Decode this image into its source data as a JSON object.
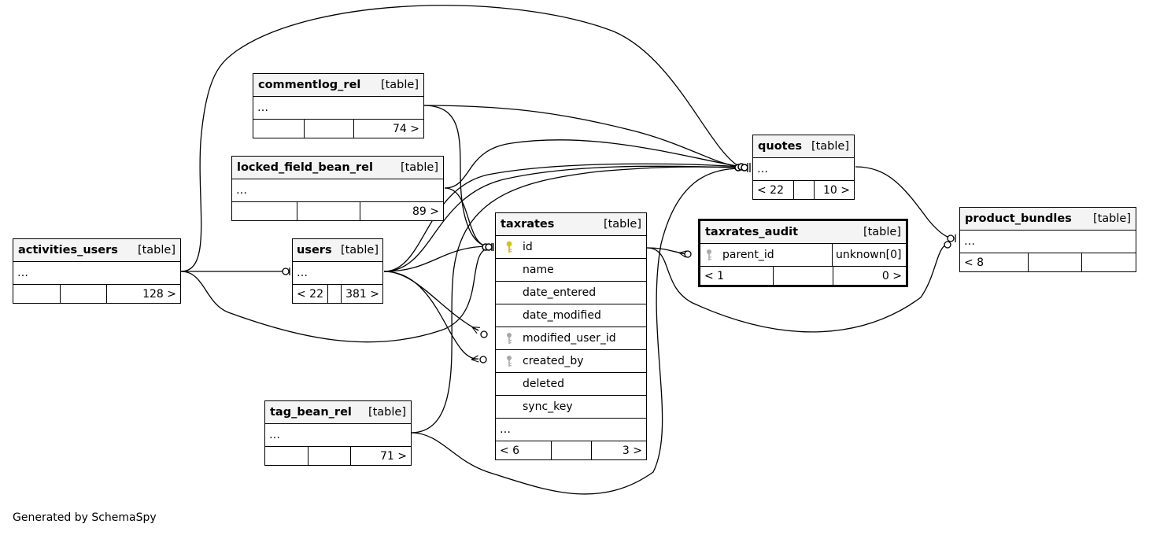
{
  "diagram": {
    "tables": {
      "commentlog_rel": {
        "name": "commentlog_rel",
        "kind": "[table]",
        "row": "…",
        "parents": "",
        "children": "74 >"
      },
      "locked_field_bean_rel": {
        "name": "locked_field_bean_rel",
        "kind": "[table]",
        "row": "…",
        "parents": "",
        "children": "89 >"
      },
      "activities_users": {
        "name": "activities_users",
        "kind": "[table]",
        "row": "…",
        "parents": "",
        "children": "128 >"
      },
      "users": {
        "name": "users",
        "kind": "[table]",
        "row": "…",
        "parents": "< 22",
        "children": "381 >"
      },
      "tag_bean_rel": {
        "name": "tag_bean_rel",
        "kind": "[table]",
        "row": "…",
        "parents": "",
        "children": "71 >"
      },
      "quotes": {
        "name": "quotes",
        "kind": "[table]",
        "row": "…",
        "parents": "< 22",
        "children": "10 >"
      },
      "product_bundles": {
        "name": "product_bundles",
        "kind": "[table]",
        "row": "…",
        "parents": "< 8",
        "children": ""
      },
      "taxrates_audit": {
        "name": "taxrates_audit",
        "kind": "[table]",
        "column": "parent_id",
        "column_type": "unknown[0]",
        "parents": "< 1",
        "children": "0 >"
      },
      "taxrates": {
        "name": "taxrates",
        "kind": "[table]",
        "columns": [
          "id",
          "name",
          "date_entered",
          "date_modified",
          "modified_user_id",
          "created_by",
          "deleted",
          "sync_key"
        ],
        "more": "…",
        "parents": "< 6",
        "children": "3 >"
      }
    },
    "colors": {
      "key_primary": "#d4c21a",
      "key_foreign": "#a8a8a8",
      "header_bg": "#f4f4f4"
    }
  },
  "footer": {
    "note": "Generated by SchemaSpy"
  }
}
